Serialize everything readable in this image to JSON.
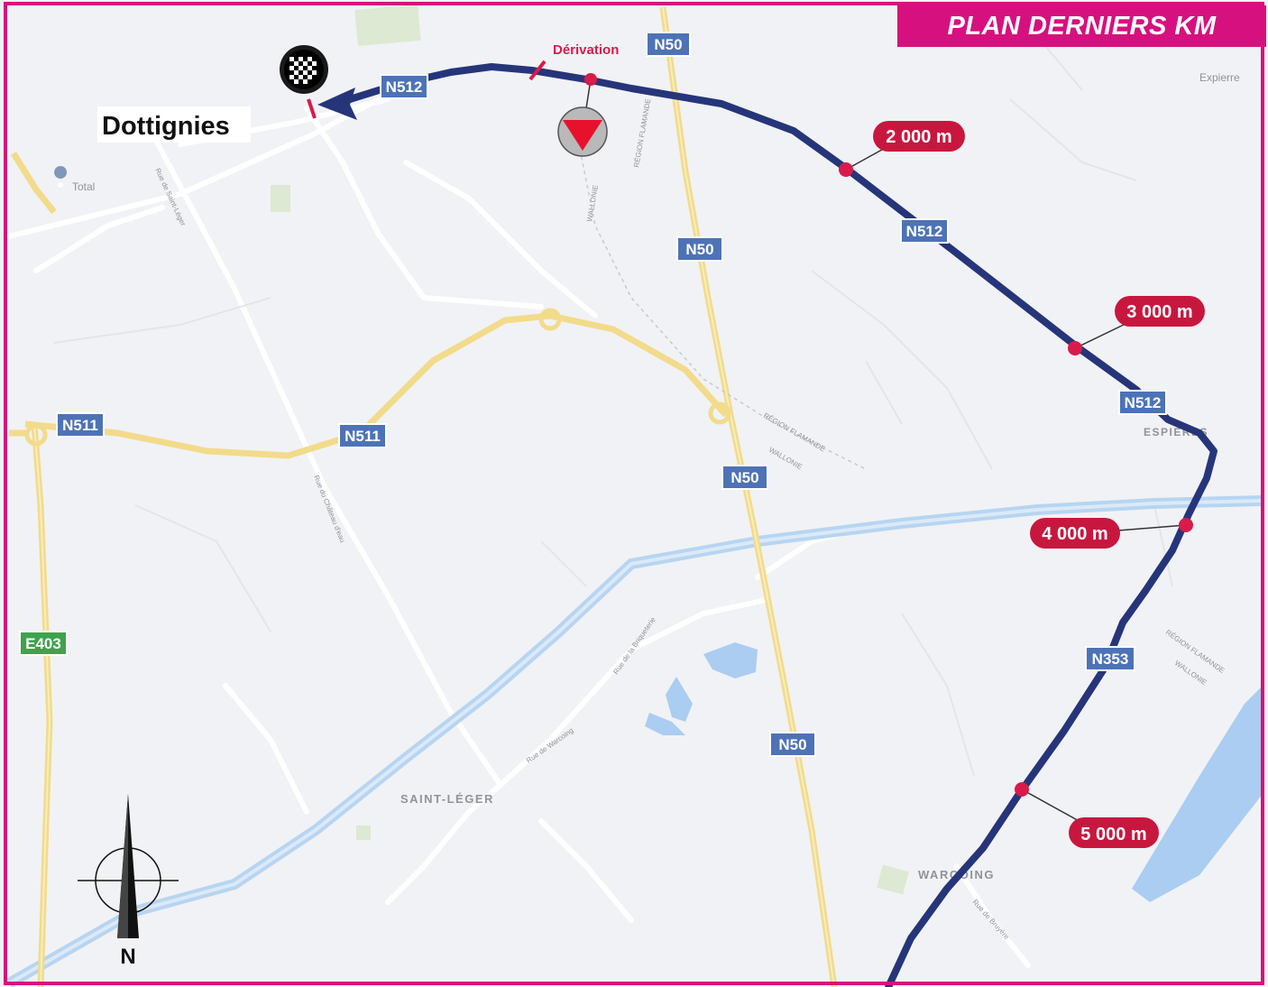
{
  "title": "PLAN DERNIERS KM",
  "town_label": "Dottignies",
  "deviation_label": "Dérivation",
  "compass_label": "N",
  "road_labels": [
    "N512",
    "N512",
    "N512",
    "N50",
    "N50",
    "N50",
    "N50",
    "N511",
    "N511",
    "N353",
    "E403"
  ],
  "distance_markers": [
    "2 000 m",
    "3 000 m",
    "4 000 m",
    "5 000 m"
  ],
  "map_labels": {
    "saint_leger": "SAINT-LÉGER",
    "warcoing": "WARCOING",
    "esplechin": "ESPIÈRES",
    "expierre": "Expierre",
    "total": "Total",
    "rue_saint_leger": "Rue de Saint-Léger",
    "rue_chateau": "Rue du Château d'eau",
    "rue_briqueterie": "Rue de la Briqueterie",
    "rue_warcoing": "Rue de Warcoing",
    "rue_bruyere": "Rue de Bruyère",
    "region_flamande": "RÉGION FLAMANDE",
    "wallonie": "WALLONIE"
  },
  "colors": {
    "route": "#26357a",
    "marker": "#c8173f",
    "banner": "#d6117f",
    "frame": "#d6117f",
    "road_badge": "#4d73b6",
    "highway_badge": "#3fa24d",
    "major_road": "#f2db8a",
    "water": "#a9cdf0",
    "land": "#f1f2f5"
  },
  "icons": [
    "checkered-flag-icon",
    "last-km-triangle-icon",
    "compass-icon"
  ]
}
